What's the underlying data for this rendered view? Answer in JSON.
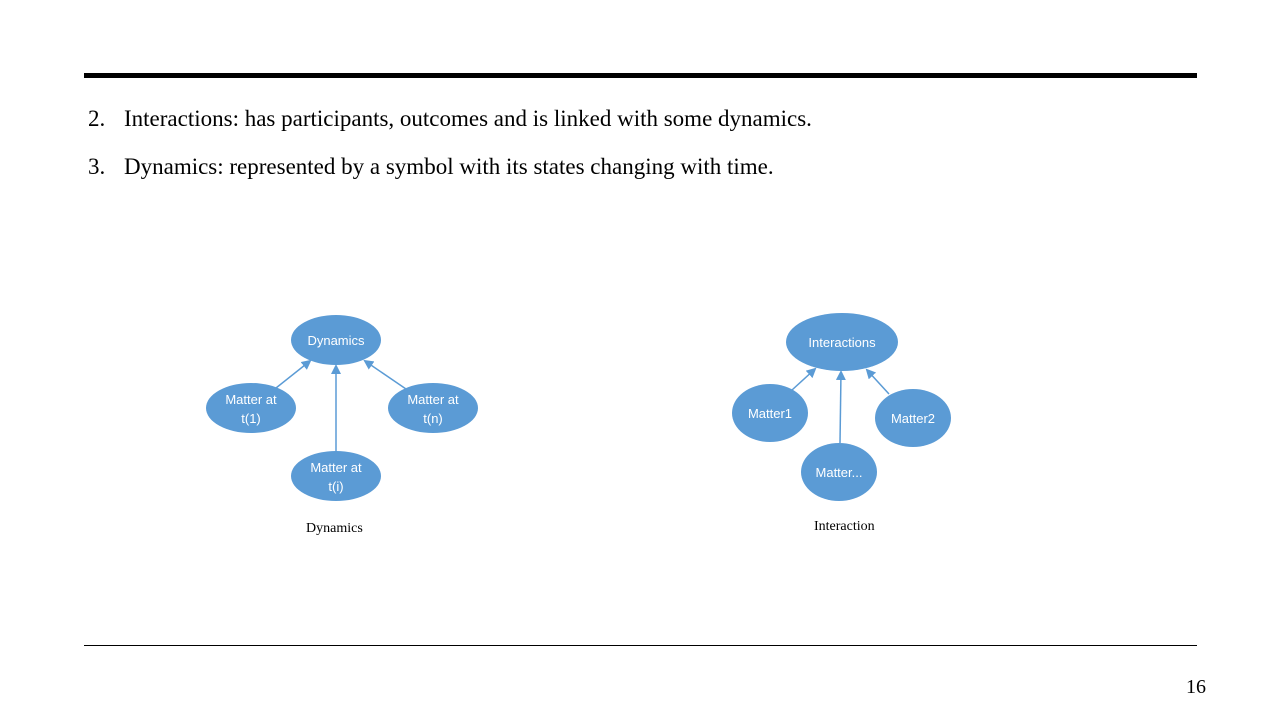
{
  "bullets": [
    {
      "number": "2.",
      "text": "Interactions: has participants, outcomes and is linked with some dynamics."
    },
    {
      "number": "3.",
      "text": "Dynamics: represented by a symbol with its states changing with time."
    }
  ],
  "dynamics_diagram": {
    "caption": "Dynamics",
    "nodes": {
      "top": "Dynamics",
      "left_line1": "Matter at",
      "left_line2": "t(1)",
      "right_line1": "Matter at",
      "right_line2": "t(n)",
      "bottom_line1": "Matter at",
      "bottom_line2": "t(i)"
    }
  },
  "interaction_diagram": {
    "caption": "Interaction",
    "nodes": {
      "top": "Interactions",
      "left": "Matter1",
      "right": "Matter2",
      "bottom": "Matter..."
    }
  },
  "page_number": "16",
  "colors": {
    "node_fill": "#5b9bd5",
    "arrow": "#5b9bd5"
  }
}
